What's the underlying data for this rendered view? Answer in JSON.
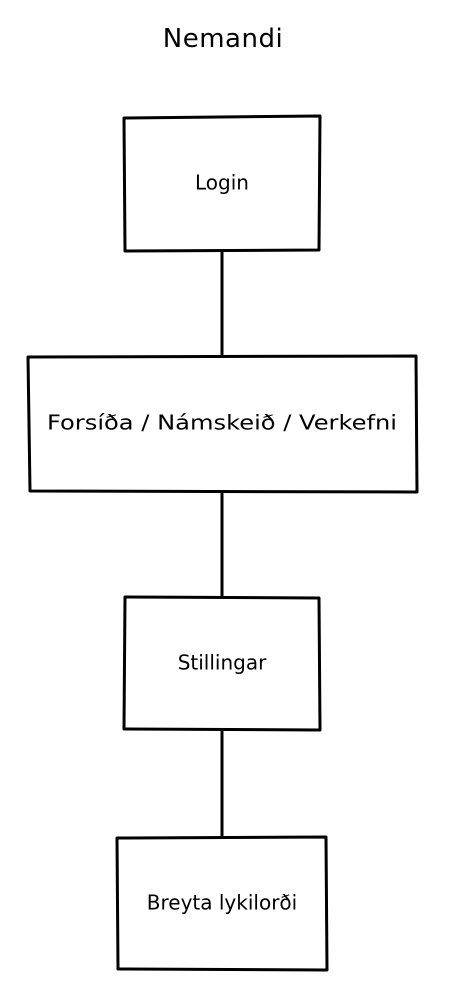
{
  "title": "Nemandi",
  "nodes": [
    {
      "id": "login",
      "label": "Login"
    },
    {
      "id": "forsida",
      "label": "Forsíða / Námskeið / Verkefni"
    },
    {
      "id": "stillingar",
      "label": "Stillingar"
    },
    {
      "id": "breyta",
      "label": "Breyta lykilorði"
    }
  ],
  "edges": [
    {
      "from": "login",
      "to": "forsida"
    },
    {
      "from": "forsida",
      "to": "stillingar"
    },
    {
      "from": "stillingar",
      "to": "breyta"
    }
  ]
}
